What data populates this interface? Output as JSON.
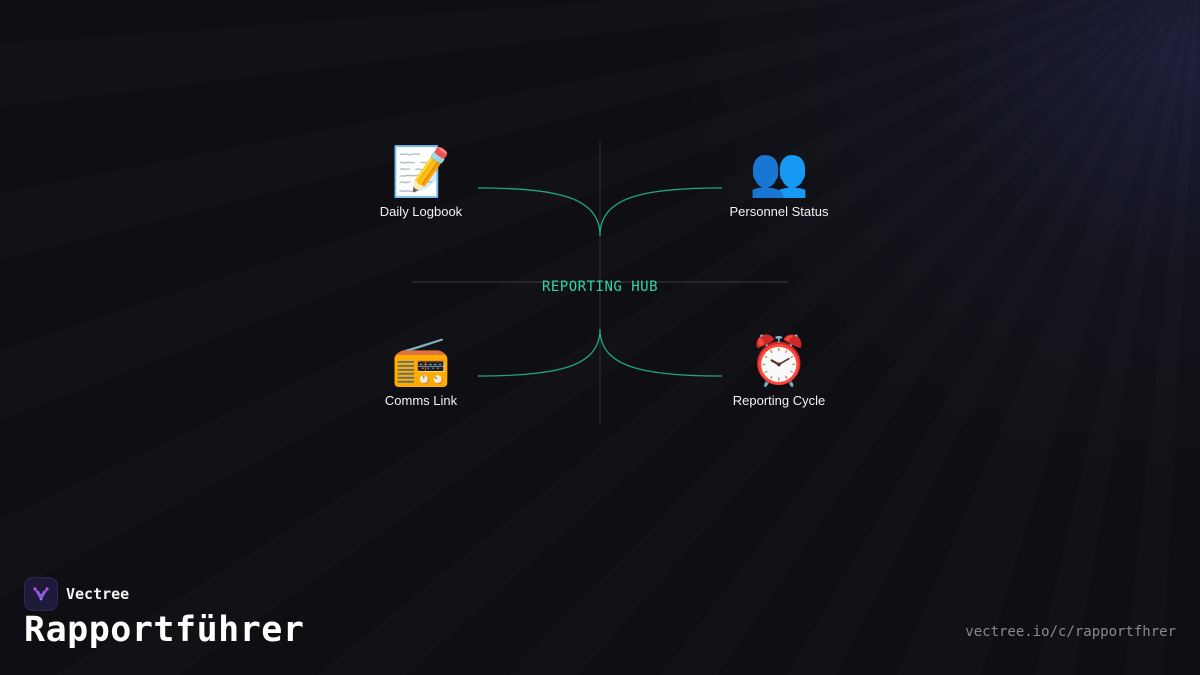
{
  "diagram": {
    "hub_label": "REPORTING HUB",
    "nodes": [
      {
        "emoji": "📝",
        "label": "Daily Logbook"
      },
      {
        "emoji": "👥",
        "label": "Personnel Status"
      },
      {
        "emoji": "📻",
        "label": "Comms Link"
      },
      {
        "emoji": "⏰",
        "label": "Reporting Cycle"
      }
    ]
  },
  "brand": {
    "name": "Vectree",
    "logo_icon": "vectree-logo-icon",
    "page_title": "Rapportführer",
    "url": "vectree.io/c/rapportfhrer"
  },
  "colors": {
    "background": "#0f0f13",
    "accent": "#2fd6a7",
    "connector": "#1fa383",
    "axis": "#3a3a42",
    "logo": "#c24ee8"
  }
}
